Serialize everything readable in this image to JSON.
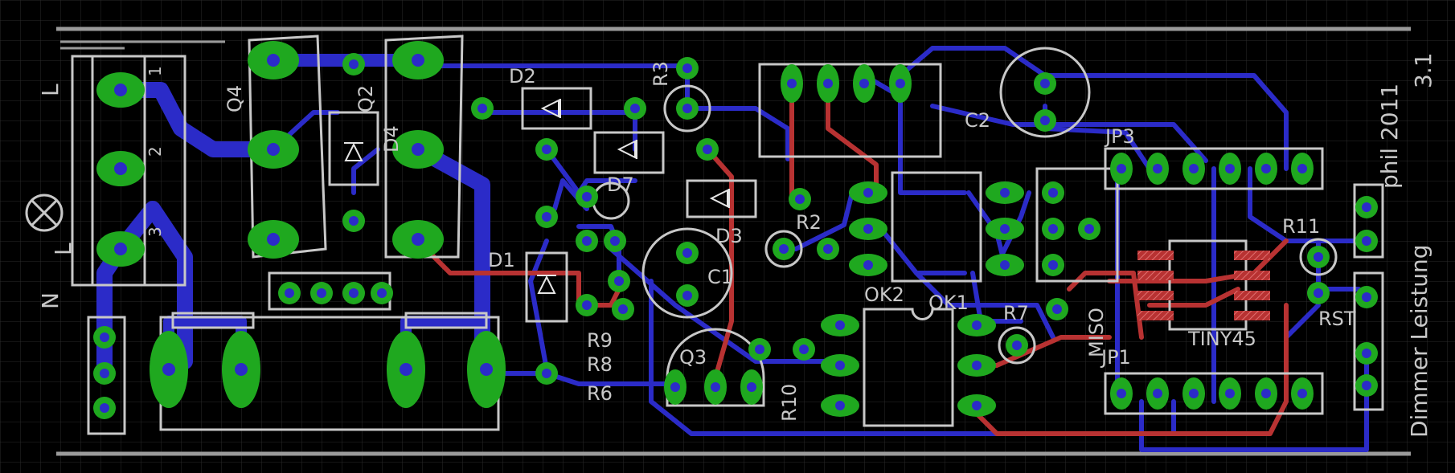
{
  "colors": {
    "background": "#000000",
    "grid": "#2a2a2a",
    "silkscreen": "#c8c8c8",
    "top_copper": "#b83232",
    "bottom_copper": "#2b2bc8",
    "pad": "#1fa81f",
    "via_hole": "#2b2bc8"
  },
  "board_text": {
    "credit": "phil 2011",
    "version": "3.1",
    "title": "Dimmer Leistung",
    "terminal_1": "1",
    "terminal_2": "2",
    "terminal_3": "3",
    "terminal_n": "N",
    "terminal_l_top": "L",
    "terminal_l_mid": "L"
  },
  "components": {
    "Q4": "Q4",
    "Q2": "Q2",
    "D4": "D4",
    "D2": "D2",
    "R3": "R3",
    "D7": "D7",
    "D3": "D3",
    "D1": "D1",
    "C1": "C1",
    "R2": "R2",
    "R9": "R9",
    "R8": "R8",
    "R6": "R6",
    "Q3": "Q3",
    "R10": "R10",
    "OK2": "OK2",
    "OK1": "OK1",
    "C2": "C2",
    "JP3": "JP3",
    "R7": "R7",
    "MISO": "MISO",
    "JP1": "JP1",
    "TINY45": "TINY45",
    "R11": "R11",
    "RST": "RST"
  }
}
